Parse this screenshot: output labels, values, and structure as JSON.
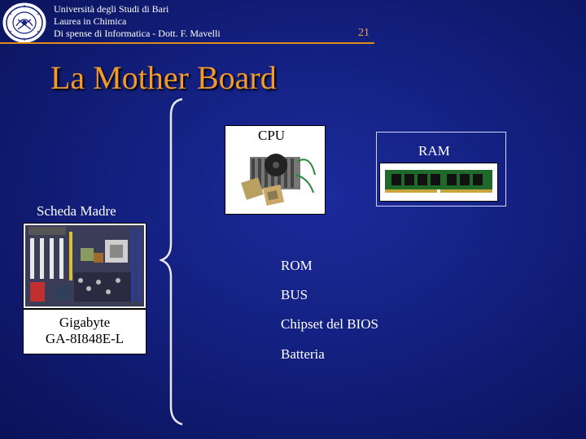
{
  "header": {
    "university": "Università degli Studi di Bari",
    "course": "Laurea in Chimica",
    "notes": "Di spense di Informatica - Dott. F. Mavelli",
    "page_number": "21"
  },
  "title": "La Mother Board",
  "motherboard": {
    "label": "Scheda Madre",
    "model_line1": "Gigabyte",
    "model_line2": "GA-8I848E-L"
  },
  "cpu_label": "CPU",
  "ram_label": "RAM",
  "components": [
    "ROM",
    "BUS",
    "Chipset del BIOS",
    "Batteria"
  ],
  "colors": {
    "background": "#13207f",
    "title": "#f39a2c",
    "header_rule": "#e08a1a"
  },
  "icons": {
    "seal": "university-seal-icon",
    "brace": "curly-brace-icon"
  }
}
